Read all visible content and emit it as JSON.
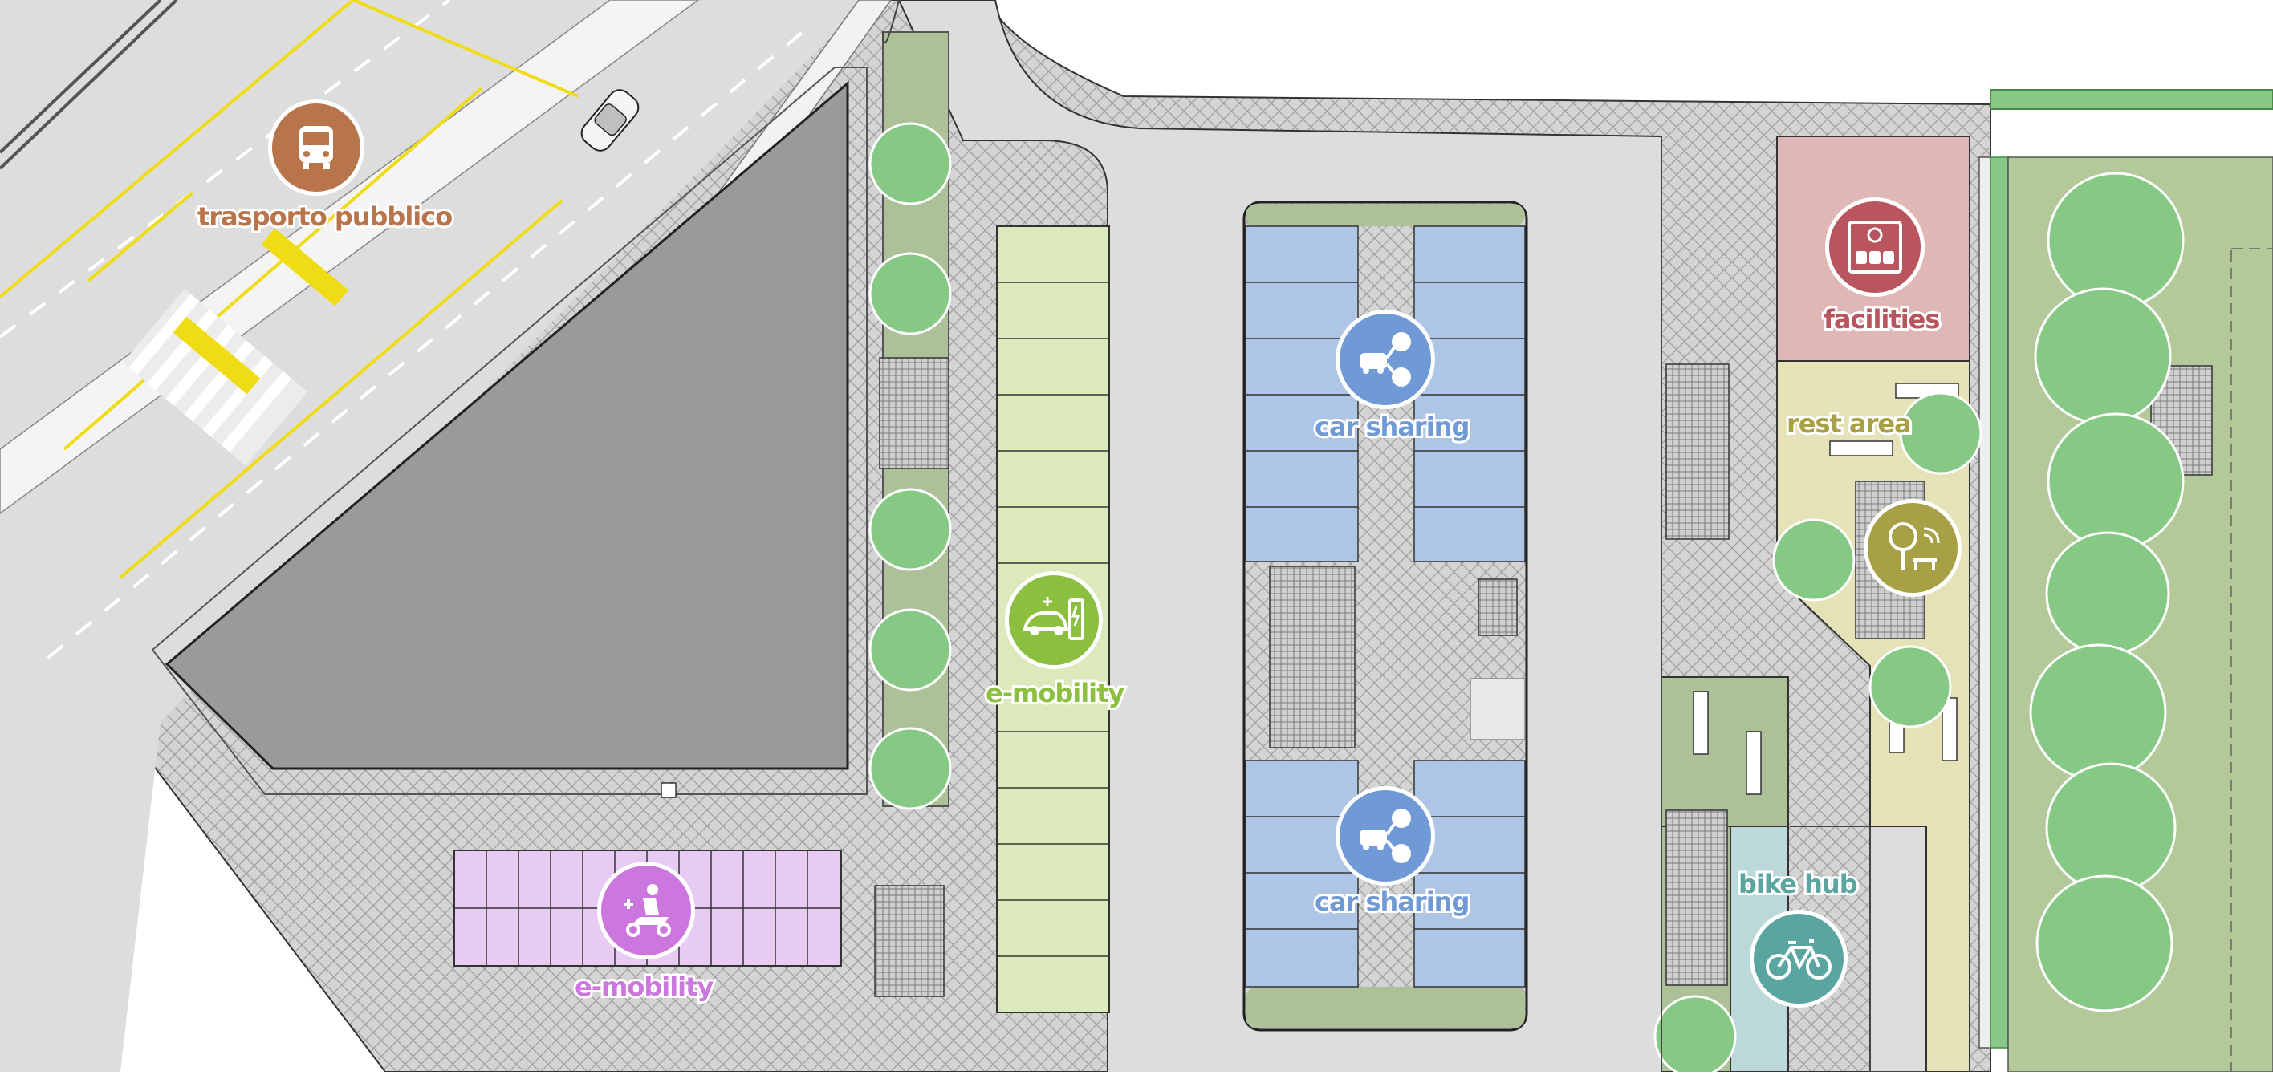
{
  "zones": {
    "public_transport": {
      "label": "trasporto pubblico",
      "color": "#b8744a",
      "icon": "bus-icon"
    },
    "emobility_cars": {
      "label": "e-mobility",
      "color": "#8cbf3f",
      "icon": "ev-charging-icon"
    },
    "emobility_scooters": {
      "label": "e-mobility",
      "color": "#cc77dd",
      "icon": "electric-scooter-icon"
    },
    "carsharing_top": {
      "label": "car sharing",
      "color": "#6f9ad6",
      "icon": "carsharing-icon"
    },
    "carsharing_bottom": {
      "label": "car sharing",
      "color": "#6f9ad6",
      "icon": "carsharing-icon"
    },
    "facilities": {
      "label": "facilities",
      "color": "#b9555f",
      "icon": "waiting-room-icon"
    },
    "rest_area": {
      "label": "rest area",
      "color": "#a8a044",
      "icon": "park-bench-wifi-icon"
    },
    "bike_hub": {
      "label": "bike hub",
      "color": "#5aa5a0",
      "icon": "bicycle-icon"
    }
  },
  "colors": {
    "road": "#dcdcdc",
    "paving": "#d2d2d2",
    "building": "#9a9a9a",
    "tree": "#86c985",
    "green_strip": "#acc197",
    "emobility_fill": "#dbe9bd",
    "scooter_fill": "#e8cbf3",
    "carsharing_fill": "#aec5e6",
    "facilities_fill": "#dfb7b7",
    "rest_fill": "#e4e2b6",
    "bikehub_fill": "#bcd9d9",
    "lawn": "#b3c99a",
    "crossing": "#f0dc14"
  }
}
